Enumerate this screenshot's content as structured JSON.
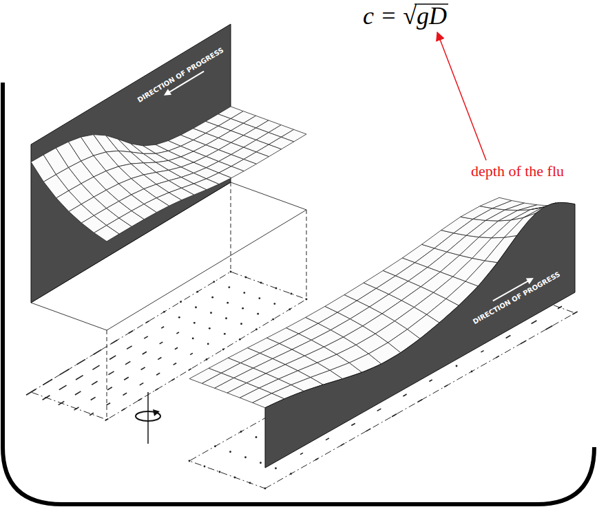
{
  "diagram": {
    "labels": [
      "c = √gD",
      "depth of the flu",
      "DIRECTION OF PROGRESS",
      "DIRECTION OF PROGRESS"
    ]
  }
}
